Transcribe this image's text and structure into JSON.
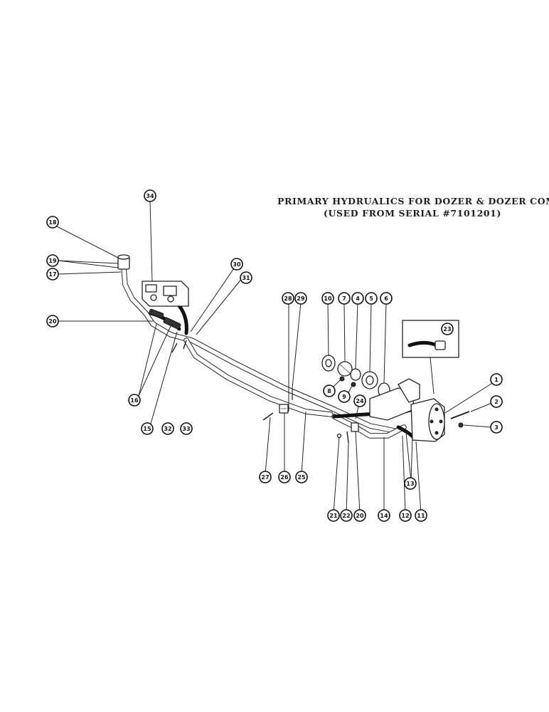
{
  "title": {
    "line1": "PRIMARY HYDRUALICS FOR DOZER & DOZER COMB.",
    "line2": "(USED FROM SERIAL #7101201)"
  },
  "callouts": [
    {
      "id": "c34",
      "label": "34"
    },
    {
      "id": "c18",
      "label": "18"
    },
    {
      "id": "c19",
      "label": "19"
    },
    {
      "id": "c17",
      "label": "17"
    },
    {
      "id": "c20a",
      "label": "20"
    },
    {
      "id": "c16",
      "label": "16"
    },
    {
      "id": "c15",
      "label": "15"
    },
    {
      "id": "c32",
      "label": "32"
    },
    {
      "id": "c33",
      "label": "33"
    },
    {
      "id": "c30",
      "label": "30"
    },
    {
      "id": "c31",
      "label": "31"
    },
    {
      "id": "c28",
      "label": "28"
    },
    {
      "id": "c29",
      "label": "29"
    },
    {
      "id": "c10",
      "label": "10"
    },
    {
      "id": "c7",
      "label": "7"
    },
    {
      "id": "c4",
      "label": "4"
    },
    {
      "id": "c5",
      "label": "5"
    },
    {
      "id": "c6",
      "label": "6"
    },
    {
      "id": "c8",
      "label": "8"
    },
    {
      "id": "c9",
      "label": "9"
    },
    {
      "id": "c24",
      "label": "24"
    },
    {
      "id": "c23",
      "label": "23"
    },
    {
      "id": "c1",
      "label": "1"
    },
    {
      "id": "c2",
      "label": "2"
    },
    {
      "id": "c3",
      "label": "3"
    },
    {
      "id": "c27",
      "label": "27"
    },
    {
      "id": "c26",
      "label": "26"
    },
    {
      "id": "c25",
      "label": "25"
    },
    {
      "id": "c13",
      "label": "13"
    },
    {
      "id": "c21",
      "label": "21"
    },
    {
      "id": "c22",
      "label": "22"
    },
    {
      "id": "c20b",
      "label": "20"
    },
    {
      "id": "c14",
      "label": "14"
    },
    {
      "id": "c12",
      "label": "12"
    },
    {
      "id": "c11",
      "label": "11"
    }
  ]
}
